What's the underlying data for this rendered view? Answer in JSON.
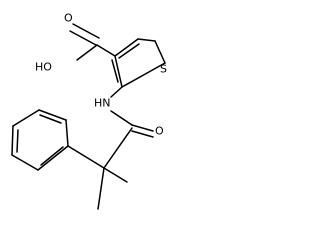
{
  "structure": {
    "labels": {
      "carbonyl_oxygen_acid": "O",
      "hydroxyl": "HO",
      "sulfur": "S",
      "amide_nh": "HN",
      "amide_oxygen": "O"
    },
    "colors": {
      "bond": "#000000",
      "label": "#000000",
      "background": "#ffffff"
    }
  }
}
